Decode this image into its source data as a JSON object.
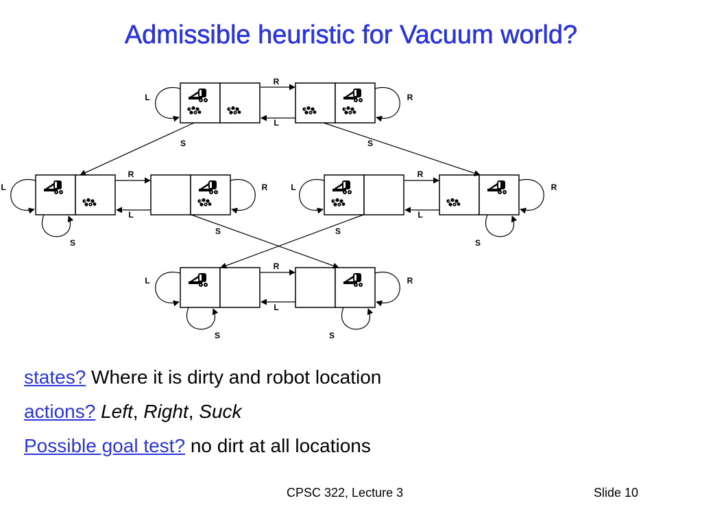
{
  "slide": {
    "title": "Admissible heuristic for Vacuum world?"
  },
  "diagram": {
    "action_labels": {
      "left": "L",
      "right": "R",
      "suck": "S"
    }
  },
  "bullets": [
    {
      "link": "states?",
      "text": " Where it is dirty and robot location"
    },
    {
      "link": "actions?",
      "parts": [
        {
          "text": "Left",
          "italic": true
        },
        {
          "text": ", ",
          "italic": false
        },
        {
          "text": "Right",
          "italic": true
        },
        {
          "text": ", ",
          "italic": false
        },
        {
          "text": "Suck",
          "italic": true
        }
      ]
    },
    {
      "link": "Possible goal test?",
      "text": " no dirt at all locations"
    }
  ],
  "footer": {
    "course": "CPSC 322, Lecture 3",
    "slide_number": "Slide 10"
  }
}
